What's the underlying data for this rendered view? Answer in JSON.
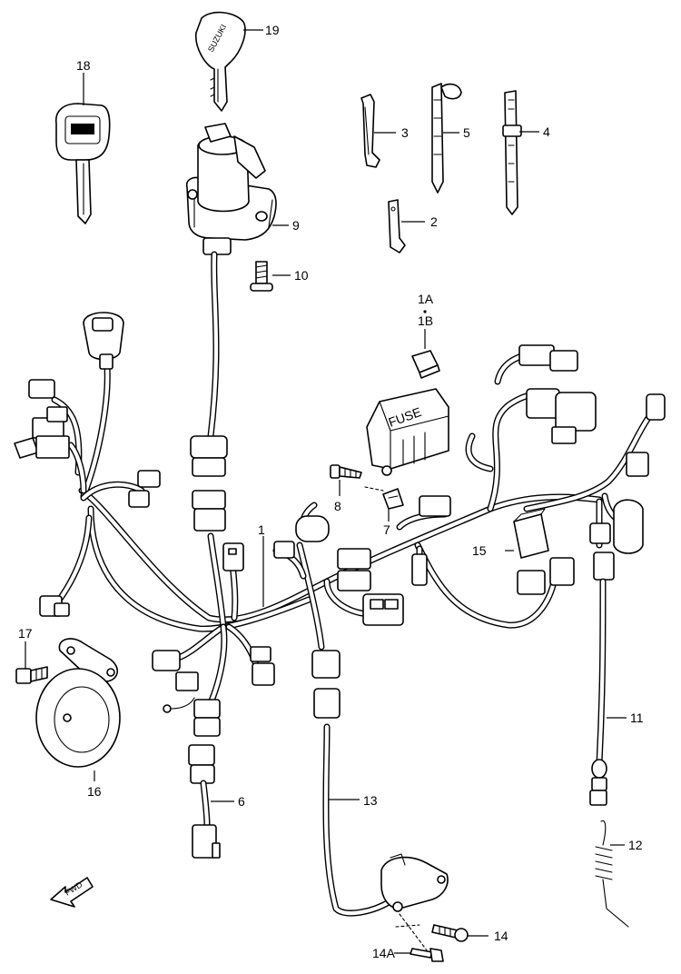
{
  "callouts": {
    "c1": "1",
    "c1A": "1A",
    "c1B": "1B",
    "c2": "2",
    "c3": "3",
    "c4": "4",
    "c5": "5",
    "c6": "6",
    "c7": "7",
    "c8": "8",
    "c9": "9",
    "c10": "10",
    "c11": "11",
    "c12": "12",
    "c13": "13",
    "c14": "14",
    "c14A": "14A",
    "c15": "15",
    "c16": "16",
    "c17": "17",
    "c18": "18",
    "c19": "19"
  },
  "fuse_box_text": "FUSE",
  "key_brand_text": "SUZUKI",
  "fwd_arrow_text": "FWD"
}
